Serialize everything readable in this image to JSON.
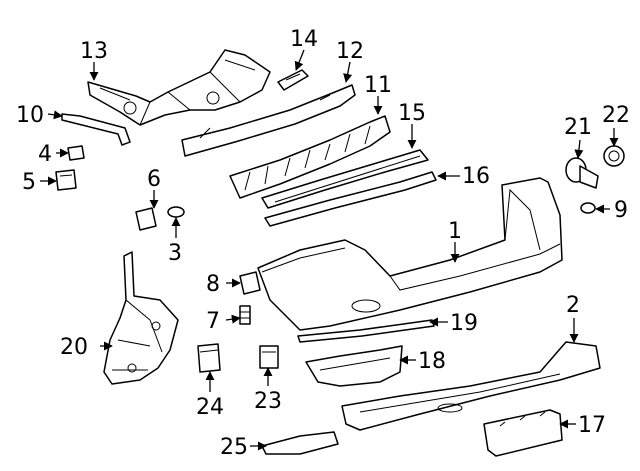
{
  "callouts": [
    {
      "id": "1",
      "label": "1"
    },
    {
      "id": "2",
      "label": "2"
    },
    {
      "id": "3",
      "label": "3"
    },
    {
      "id": "4",
      "label": "4"
    },
    {
      "id": "5",
      "label": "5"
    },
    {
      "id": "6",
      "label": "6"
    },
    {
      "id": "7",
      "label": "7"
    },
    {
      "id": "8",
      "label": "8"
    },
    {
      "id": "9",
      "label": "9"
    },
    {
      "id": "10",
      "label": "10"
    },
    {
      "id": "11",
      "label": "11"
    },
    {
      "id": "12",
      "label": "12"
    },
    {
      "id": "13",
      "label": "13"
    },
    {
      "id": "14",
      "label": "14"
    },
    {
      "id": "15",
      "label": "15"
    },
    {
      "id": "16",
      "label": "16"
    },
    {
      "id": "17",
      "label": "17"
    },
    {
      "id": "18",
      "label": "18"
    },
    {
      "id": "19",
      "label": "19"
    },
    {
      "id": "20",
      "label": "20"
    },
    {
      "id": "21",
      "label": "21"
    },
    {
      "id": "22",
      "label": "22"
    },
    {
      "id": "23",
      "label": "23"
    },
    {
      "id": "24",
      "label": "24"
    },
    {
      "id": "25",
      "label": "25"
    }
  ],
  "colors": {
    "line": "#000000",
    "background": "#ffffff"
  }
}
